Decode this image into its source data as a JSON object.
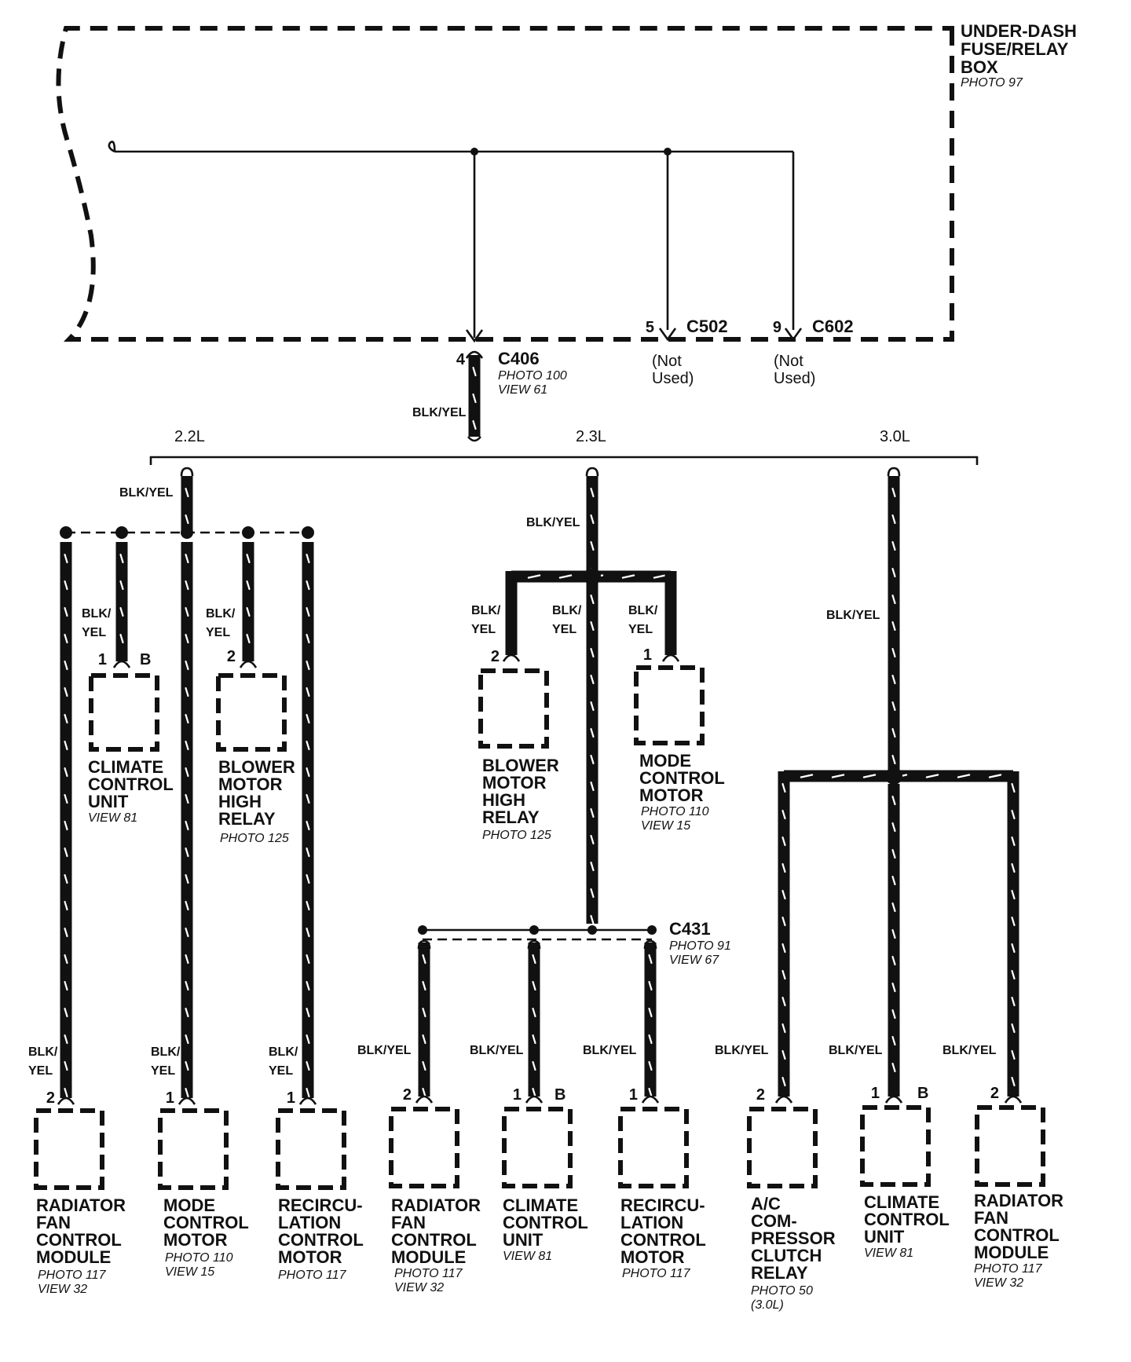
{
  "fuse_box": {
    "title_lines": [
      "UNDER-DASH",
      "FUSE/RELAY",
      "BOX"
    ],
    "photo": "PHOTO 97"
  },
  "c406": {
    "pin": "4",
    "name": "C406",
    "photo": "PHOTO 100",
    "view": "VIEW 61"
  },
  "c502": {
    "pin": "5",
    "name": "C502",
    "note_lines": [
      "(Not",
      "Used)"
    ]
  },
  "c602": {
    "pin": "9",
    "name": "C602",
    "note_lines": [
      "(Not",
      "Used)"
    ]
  },
  "c431": {
    "name": "C431",
    "photo": "PHOTO 91",
    "view": "VIEW 67"
  },
  "main_wire": "BLK/YEL",
  "variants": {
    "v22": "2.2L",
    "v23": "2.3L",
    "v30": "3.0L"
  },
  "wire_labels": {
    "w22_top": "BLK/YEL",
    "w22_ccu": [
      "BLK/",
      "YEL"
    ],
    "w22_bmr": [
      "BLK/",
      "YEL"
    ],
    "w22_rad": [
      "BLK/",
      "YEL"
    ],
    "w22_mode": [
      "BLK/",
      "YEL"
    ],
    "w22_recirc": [
      "BLK/",
      "YEL"
    ],
    "w23_top": "BLK/YEL",
    "w23_bmr": [
      "BLK/",
      "YEL"
    ],
    "w23_mid": [
      "BLK/",
      "YEL"
    ],
    "w23_mode": [
      "BLK/",
      "YEL"
    ],
    "w23_rad": "BLK/YEL",
    "w23_ccu": "BLK/YEL",
    "w23_recirc": "BLK/YEL",
    "w30_top": "BLK/YEL",
    "w30_ac": "BLK/YEL",
    "w30_ccu": "BLK/YEL",
    "w30_rad": "BLK/YEL"
  },
  "components": [
    {
      "id": "ccu22",
      "pin": "1",
      "extra": "B",
      "lines": [
        "CLIMATE",
        "CONTROL",
        "UNIT"
      ],
      "sub": [
        "VIEW 81"
      ]
    },
    {
      "id": "bmr22",
      "pin": "2",
      "extra": "",
      "lines": [
        "BLOWER",
        "MOTOR",
        "HIGH",
        "RELAY"
      ],
      "sub": [
        "PHOTO 125"
      ]
    },
    {
      "id": "rad22",
      "pin": "2",
      "extra": "",
      "lines": [
        "RADIATOR",
        "FAN",
        "CONTROL",
        "MODULE"
      ],
      "sub": [
        "PHOTO 117",
        "VIEW 32"
      ]
    },
    {
      "id": "mode22",
      "pin": "1",
      "extra": "",
      "lines": [
        "MODE",
        "CONTROL",
        "MOTOR"
      ],
      "sub": [
        "PHOTO 110",
        "VIEW 15"
      ]
    },
    {
      "id": "recirc22",
      "pin": "1",
      "extra": "",
      "lines": [
        "RECIRCU-",
        "LATION",
        "CONTROL",
        "MOTOR"
      ],
      "sub": [
        "PHOTO 117"
      ]
    },
    {
      "id": "bmr23",
      "pin": "2",
      "extra": "",
      "lines": [
        "BLOWER",
        "MOTOR",
        "HIGH",
        "RELAY"
      ],
      "sub": [
        "PHOTO 125"
      ]
    },
    {
      "id": "mode23",
      "pin": "1",
      "extra": "",
      "lines": [
        "MODE",
        "CONTROL",
        "MOTOR"
      ],
      "sub": [
        "PHOTO 110",
        "VIEW 15"
      ]
    },
    {
      "id": "rad23",
      "pin": "2",
      "extra": "",
      "lines": [
        "RADIATOR",
        "FAN",
        "CONTROL",
        "MODULE"
      ],
      "sub": [
        "PHOTO 117",
        "VIEW 32"
      ]
    },
    {
      "id": "ccu23",
      "pin": "1",
      "extra": "B",
      "lines": [
        "CLIMATE",
        "CONTROL",
        "UNIT"
      ],
      "sub": [
        "VIEW 81"
      ]
    },
    {
      "id": "recirc23",
      "pin": "1",
      "extra": "",
      "lines": [
        "RECIRCU-",
        "LATION",
        "CONTROL",
        "MOTOR"
      ],
      "sub": [
        "PHOTO 117"
      ]
    },
    {
      "id": "ac30",
      "pin": "2",
      "extra": "",
      "lines": [
        "A/C",
        "COM-",
        "PRESSOR",
        "CLUTCH",
        "RELAY"
      ],
      "sub": [
        "PHOTO 50",
        "(3.0L)"
      ]
    },
    {
      "id": "ccu30",
      "pin": "1",
      "extra": "B",
      "lines": [
        "CLIMATE",
        "CONTROL",
        "UNIT"
      ],
      "sub": [
        "VIEW 81"
      ]
    },
    {
      "id": "rad30",
      "pin": "2",
      "extra": "",
      "lines": [
        "RADIATOR",
        "FAN",
        "CONTROL",
        "MODULE"
      ],
      "sub": [
        "PHOTO 117",
        "VIEW 32"
      ]
    }
  ]
}
